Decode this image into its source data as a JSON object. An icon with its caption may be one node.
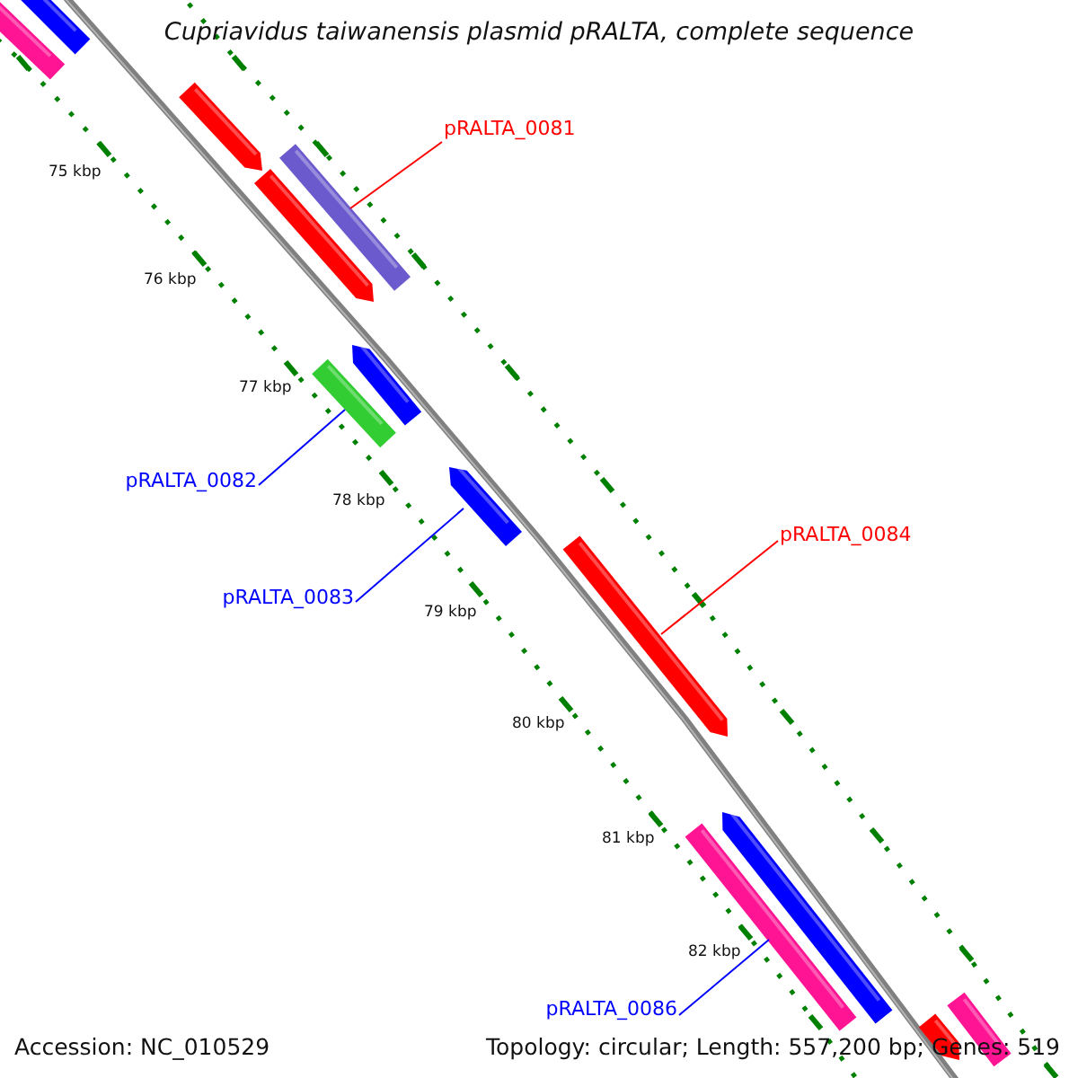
{
  "diagram": {
    "title": "Cupriavidus taiwanensis plasmid pRALTA, complete sequence",
    "nodes": [
      {
        "text": [
          "pRALTA_0081"
        ]
      },
      {
        "text": [
          "pRALTA_0082"
        ]
      },
      {
        "text": [
          "pRALTA_0083"
        ]
      },
      {
        "text": [
          "pRALTA_0084"
        ]
      },
      {
        "text": [
          "pRALTA_0086"
        ]
      },
      {
        "text": [],
        "shape": "bar"
      },
      {
        "text": [],
        "shape": "bar"
      },
      {
        "text": [],
        "shape": "bar"
      },
      {
        "text": [],
        "shape": "bar"
      },
      {
        "text": [],
        "shape": "bar"
      }
    ],
    "edges": [
      {
        "from": 0,
        "to": 5,
        "arrow": "none",
        "color": "#ff0000"
      },
      {
        "from": 1,
        "to": 6,
        "arrow": "none"
      },
      {
        "from": 2,
        "to": 7,
        "arrow": "none"
      },
      {
        "from": 3,
        "to": 8,
        "arrow": "none",
        "color": "#ff0000"
      },
      {
        "from": 4,
        "to": 9,
        "arrow": "none"
      }
    ],
    "labels": [
      "75 kbp",
      "76 kbp",
      "77 kbp",
      "78 kbp",
      "79 kbp",
      "80 kbp",
      "81 kbp",
      "82 kbp",
      "Accession: NC_010529",
      "Topology: circular; Length: 557,200 bp; Genes: 519"
    ]
  }
}
